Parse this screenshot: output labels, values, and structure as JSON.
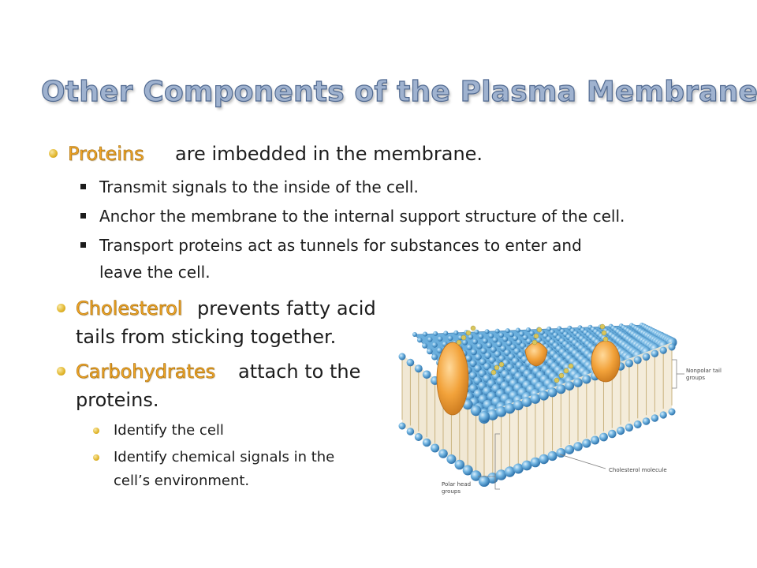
{
  "slide": {
    "title": "Other Components of the Plasma Membrane",
    "proteins": {
      "keyword": "Proteins",
      "rest": "are imbedded in the membrane.",
      "subpoints": [
        "Transmit signals to the inside of the cell.",
        "Anchor the membrane to the internal support structure of the cell.",
        "Transport proteins act as tunnels for substances to enter and",
        "leave the cell."
      ]
    },
    "cholesterol": {
      "keyword": "Cholesterol",
      "rest": "prevents fatty acid",
      "line2": "tails from sticking together."
    },
    "carbohydrates": {
      "keyword": "Carbohydrates",
      "rest": "attach to the",
      "line2": "proteins.",
      "subpoints": [
        "Identify the cell",
        "Identify chemical signals in the",
        "cell’s environment."
      ]
    },
    "figure": {
      "labels": {
        "nonpolar_1": "Nonpolar tail",
        "nonpolar_2": "groups",
        "polar_1": "Polar head",
        "polar_2": "groups",
        "cholesterol": "Cholesterol molecule"
      }
    }
  }
}
